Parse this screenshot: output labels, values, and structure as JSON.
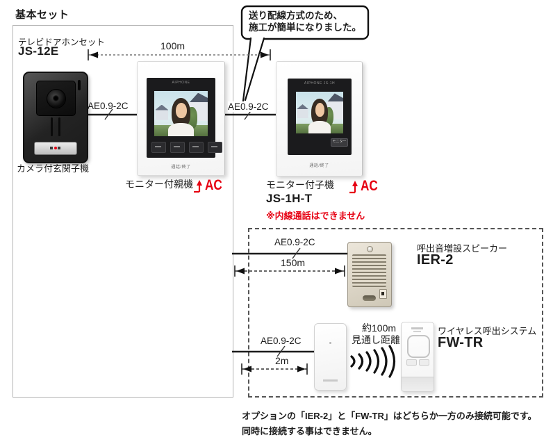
{
  "title": "基本セット",
  "callout": {
    "line1": "送り配線方式のため、",
    "line2": "施工が簡単になりました。"
  },
  "basic_set": {
    "set_type": "テレビドアホンセット",
    "set_model": "JS-12E",
    "door_station": {
      "label": "カメラ付玄関子機"
    },
    "master": {
      "label": "モニター付親機",
      "power": "AC",
      "brand": "AIPHONE",
      "caption": "通話/終了"
    }
  },
  "sub_monitor": {
    "label": "モニター付子機",
    "power": "AC",
    "model": "JS-1H-T",
    "note": "※内線通話はできません",
    "brand": "AIPHONE JS-1H",
    "caption": "通話/終了",
    "monitor_button": "モニター"
  },
  "wiring": {
    "cable": "AE0.9-2C",
    "dist_100m": "100m",
    "dist_150m": "150m",
    "dist_2m": "2m"
  },
  "options": {
    "ier2": {
      "label": "呼出音増設スピーカー",
      "model": "IER-2"
    },
    "fwtr": {
      "label": "ワイヤレス呼出システム",
      "model": "FW-TR",
      "range_line1": "約100m",
      "range_line2": "見通し距離"
    }
  },
  "footer": {
    "line1": "オプションの「IER-2」と「FW-TR」はどちらか一方のみ接続可能です。",
    "line2": "同時に接続する事はできません。"
  },
  "colors": {
    "accent_red": "#e60012",
    "wire_black": "#1c1c1c",
    "box_gray": "#b3b3b3"
  }
}
